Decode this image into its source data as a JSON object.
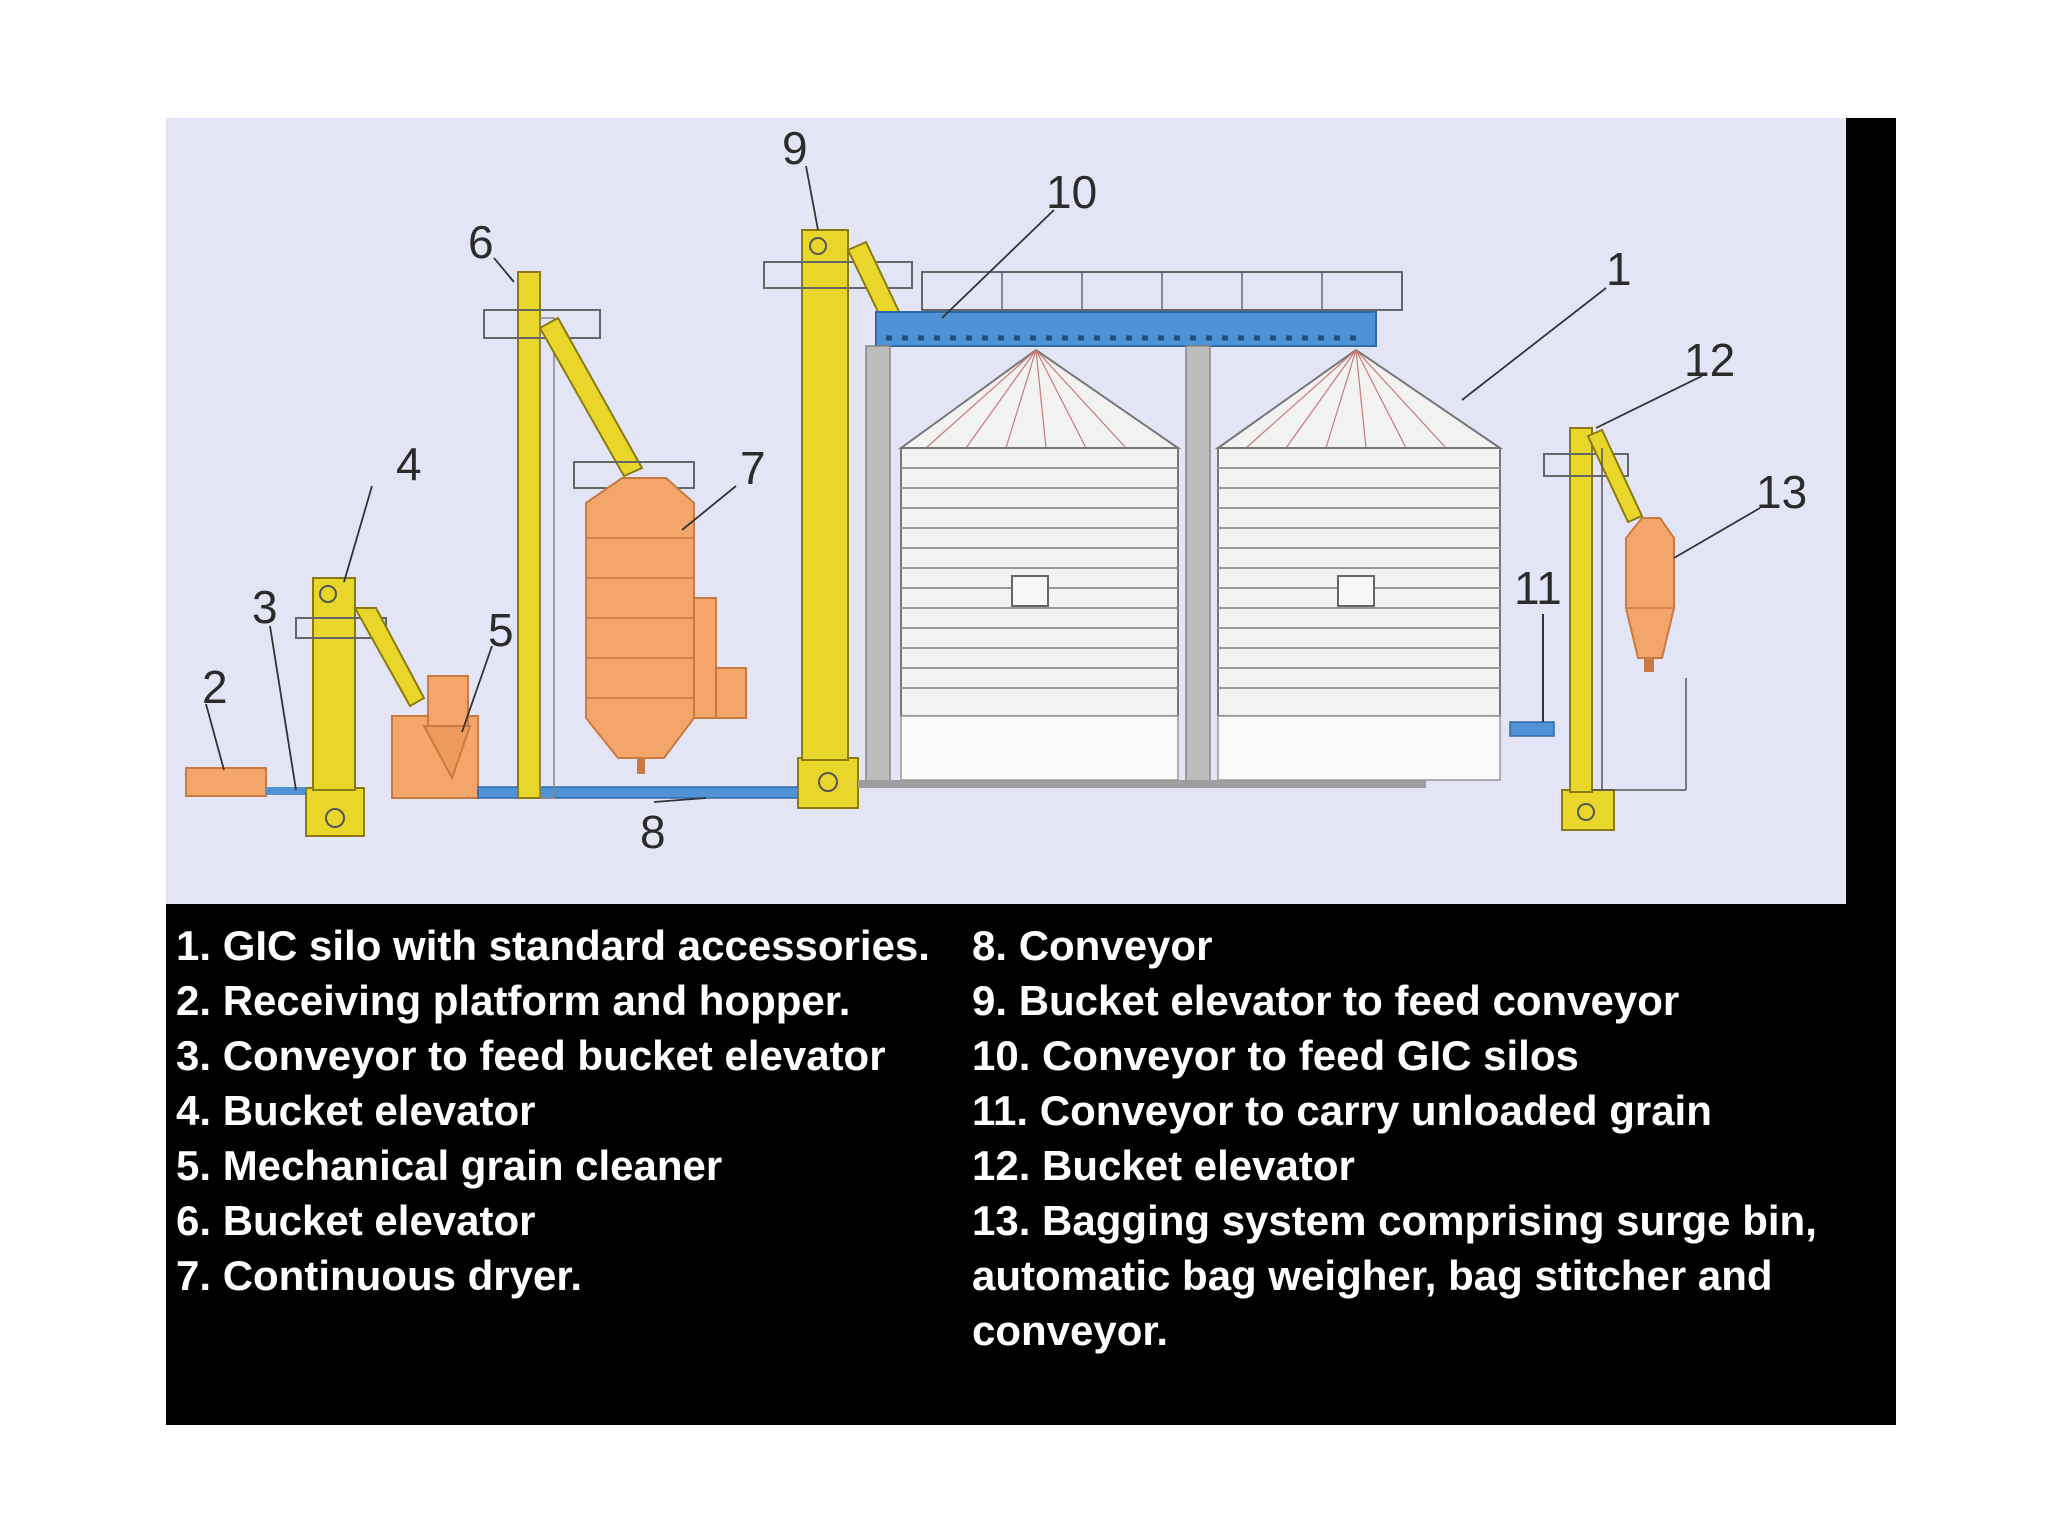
{
  "callouts": [
    "1",
    "2",
    "3",
    "4",
    "5",
    "6",
    "7",
    "8",
    "9",
    "10",
    "11",
    "12",
    "13"
  ],
  "legend_left": [
    "1. GIC silo with standard accessories.",
    "2. Receiving platform and hopper.",
    "3. Conveyor to feed bucket elevator",
    "4. Bucket elevator",
    "5. Mechanical grain cleaner",
    "6. Bucket elevator",
    "7. Continuous dryer."
  ],
  "legend_right": [
    "8. Conveyor",
    "9. Bucket elevator to feed conveyor",
    "10. Conveyor to feed GIC silos",
    "11. Conveyor to carry unloaded grain",
    "12. Bucket elevator",
    "13. Bagging system comprising surge bin, automatic bag weigher, bag stitcher and conveyor."
  ],
  "colors": {
    "diagram_bg": "#e3e5f6",
    "elevator_yellow": "#e8d62a",
    "equipment_orange": "#f4a56a",
    "conveyor_blue": "#4f93d6",
    "silo_grey": "#bdbdbd",
    "silo_white": "#f2f2f2"
  }
}
